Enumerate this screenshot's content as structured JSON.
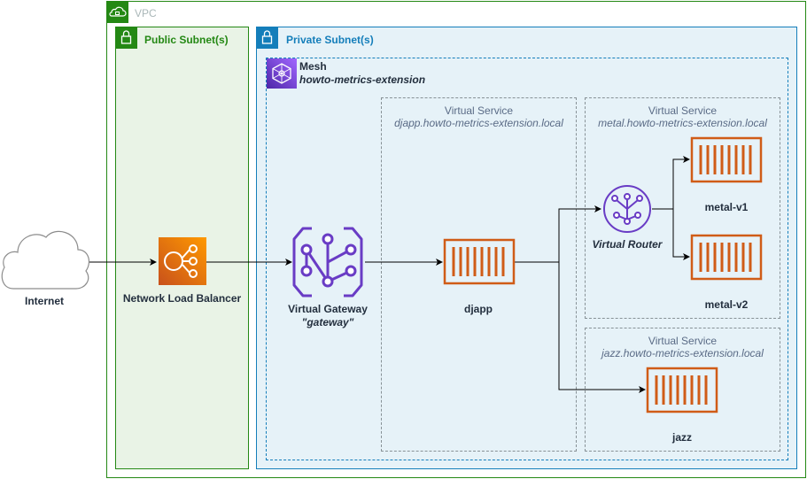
{
  "vpc": {
    "label": "VPC"
  },
  "public_subnet": {
    "label": "Public Subnet(s)"
  },
  "private_subnet": {
    "label": "Private Subnet(s)"
  },
  "mesh": {
    "label": "Mesh",
    "name": "howto-metrics-extension"
  },
  "internet": {
    "label": "Internet",
    "icon": "cloud-icon"
  },
  "nlb": {
    "label": "Network Load Balancer",
    "icon": "load-balancer-icon"
  },
  "gateway": {
    "label": "Virtual Gateway",
    "name": "\"gateway\"",
    "icon": "virtual-gateway-icon"
  },
  "virtual_services": [
    {
      "title": "Virtual Service",
      "host": "djapp.howto-metrics-extension.local"
    },
    {
      "title": "Virtual Service",
      "host": "metal.howto-metrics-extension.local"
    },
    {
      "title": "Virtual Service",
      "host": "jazz.howto-metrics-extension.local"
    }
  ],
  "router": {
    "label": "Virtual Router",
    "icon": "virtual-router-icon"
  },
  "nodes": {
    "djapp": "djapp",
    "metal_v1": "metal-v1",
    "metal_v2": "metal-v2",
    "jazz": "jazz"
  },
  "colors": {
    "vpc_green": "#248814",
    "private_blue": "#147eba",
    "appmesh_purple": "#693cc5",
    "container_orange": "#d05c17",
    "elb_orange": "#e7630e"
  }
}
